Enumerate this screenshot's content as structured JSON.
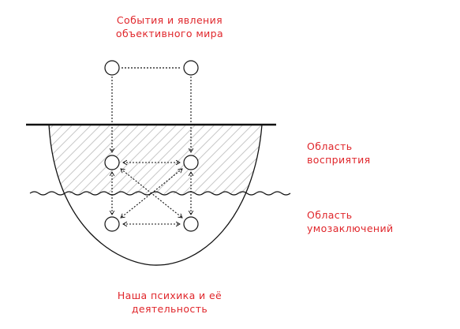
{
  "labels": {
    "top": {
      "line1": "События и явления",
      "line2": "объективного мира"
    },
    "perception": {
      "line1": "Область",
      "line2": "восприятия"
    },
    "reasoning": {
      "line1": "Область",
      "line2": "умозаключений"
    },
    "bottom": {
      "line1": "Наша психика и её",
      "line2": "деятельность"
    }
  },
  "colors": {
    "text_accent": "#e0262b",
    "line": "#111111",
    "hatch": "#c8c8c8"
  }
}
